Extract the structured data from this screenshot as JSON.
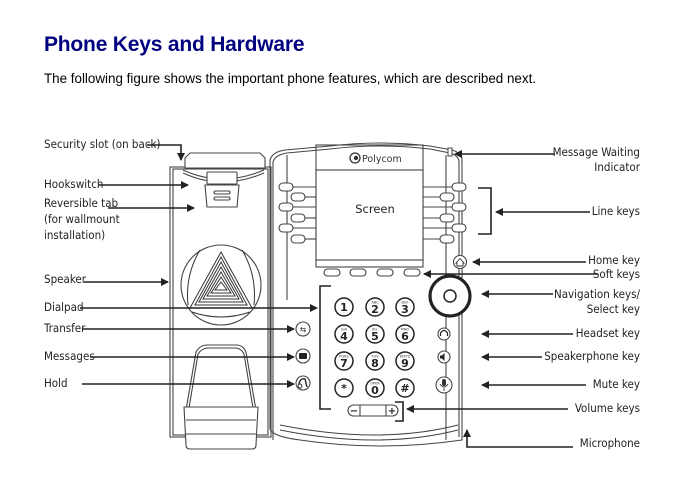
{
  "document": {
    "title": "Phone Keys and Hardware",
    "intro": "The following figure shows the important phone features, which are described next."
  },
  "figure": {
    "brand": "Polycom",
    "screen_label": "Screen",
    "left_labels": {
      "security_slot": "Security slot (on back)",
      "hookswitch": "Hookswitch",
      "reversible_tab_1": "Reversible tab",
      "reversible_tab_2": "(for wallmount",
      "reversible_tab_3": "installation)",
      "speaker": "Speaker",
      "dialpad": "Dialpad",
      "transfer": "Transfer",
      "messages": "Messages",
      "hold": "Hold"
    },
    "right_labels": {
      "mwi_1": "Message Waiting",
      "mwi_2": "Indicator",
      "line_keys": "Line keys",
      "home_key": "Home key",
      "soft_keys": "Soft keys",
      "nav_1": "Navigation keys/",
      "nav_2": "Select key",
      "headset": "Headset key",
      "speakerphone": "Speakerphone key",
      "mute": "Mute key",
      "volume": "Volume keys",
      "microphone": "Microphone"
    },
    "dialpad_keys": [
      {
        "digit": "1",
        "letters": ""
      },
      {
        "digit": "2",
        "letters": "ABC"
      },
      {
        "digit": "3",
        "letters": "DEF"
      },
      {
        "digit": "4",
        "letters": "GHI"
      },
      {
        "digit": "5",
        "letters": "JKL"
      },
      {
        "digit": "6",
        "letters": "MNO"
      },
      {
        "digit": "7",
        "letters": "PQRS"
      },
      {
        "digit": "8",
        "letters": "TUV"
      },
      {
        "digit": "9",
        "letters": "WXYZ"
      },
      {
        "digit": "*",
        "letters": ""
      },
      {
        "digit": "0",
        "letters": "OPER"
      },
      {
        "digit": "#",
        "letters": ""
      }
    ],
    "volume_minus": "−",
    "volume_plus": "+"
  }
}
